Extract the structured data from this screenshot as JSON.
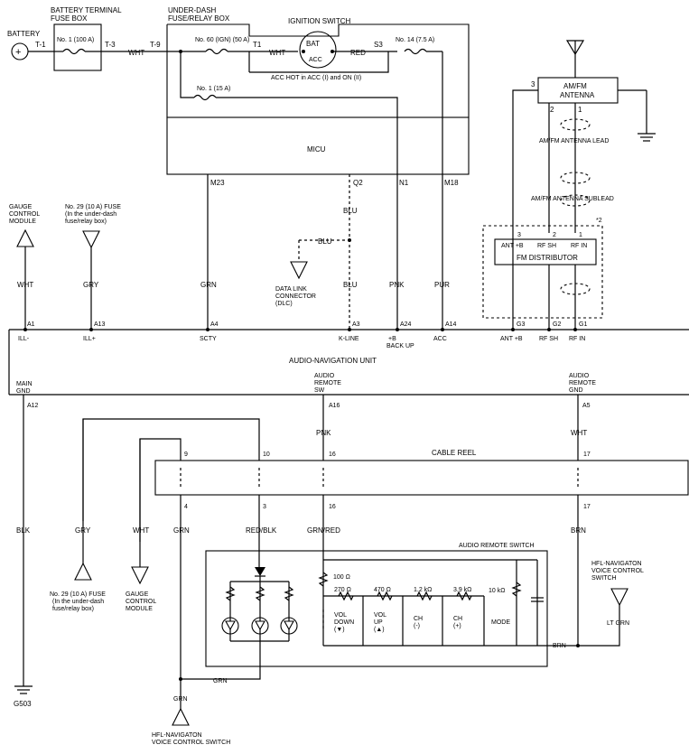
{
  "battery": {
    "label": "BATTERY",
    "pin": "T-1"
  },
  "terminal_box": {
    "title1": "BATTERY TERMINAL",
    "title2": "FUSE BOX",
    "fuse": "No. 1 (100 A)",
    "pin_out": "T-3"
  },
  "underdash_box": {
    "title1": "UNDER-DASH",
    "title2": "FUSE/RELAY BOX",
    "pin_in": "T-9",
    "fuse60": "No. 60 (IGN) (50 A)",
    "pin_t1": "T1",
    "fuse1": "No. 1 (15 A)",
    "fuse14": "No. 14 (7.5 A)",
    "pin_s3": "S3"
  },
  "ignition": {
    "title": "IGNITION SWITCH",
    "bat": "BAT",
    "acc": "ACC",
    "note": "ACC HOT in ACC (I) and ON (II)"
  },
  "micu": {
    "label": "MICU",
    "pins": [
      "M23",
      "Q2",
      "N1",
      "M18"
    ]
  },
  "colors": {
    "wht": "WHT",
    "red": "RED",
    "blu": "BLU",
    "grn": "GRN",
    "pnk": "PNK",
    "pur": "PUR",
    "gry": "GRY",
    "blk": "BLK",
    "red_blk": "RED/BLK",
    "grn_red": "GRN/RED",
    "brn": "BRN",
    "lt_grn": "LT GRN"
  },
  "left_components": {
    "gcm": [
      "GAUGE",
      "CONTROL",
      "MODULE"
    ],
    "fuse29": [
      "No. 29 (10 A) FUSE",
      "(In the under-dash",
      "fuse/relay box)"
    ],
    "dlc": [
      "DATA LINK",
      "CONNECTOR",
      "(DLC)"
    ]
  },
  "antenna": {
    "box": [
      "AM/FM",
      "ANTENNA"
    ],
    "pin3": "3",
    "pin2": "2",
    "pin1": "1",
    "lead": "AM/FM ANTENNA LEAD",
    "sublead": "AM/FM ANTENNA SUBLEAD",
    "note": "*2"
  },
  "fm_distributor": {
    "label": "FM DISTRIBUTOR",
    "pin_labels": [
      "ANT +B",
      "RF SH",
      "RF IN"
    ],
    "pins_top": [
      "3",
      "2",
      "1"
    ]
  },
  "audio_nav_unit": {
    "title": "AUDIO-NAVIGATION UNIT",
    "top_pins": [
      "A1",
      "A13",
      "A4",
      "A3",
      "A24",
      "A14",
      "G3",
      "G2",
      "G1"
    ],
    "top_labels": [
      "ILL-",
      "ILL+",
      "SCTY",
      "K-LINE",
      "+B",
      "BACK UP",
      "ACC",
      "ANT +B",
      "RF SH",
      "RF IN"
    ],
    "main_gnd": [
      "MAIN",
      "GND"
    ],
    "remote_sw": [
      "AUDIO",
      "REMOTE",
      "SW"
    ],
    "remote_gnd": [
      "AUDIO",
      "REMOTE",
      "GND"
    ],
    "bottom_pins": [
      "A12",
      "A16",
      "A5"
    ]
  },
  "cable_reel": {
    "label": "CABLE REEL",
    "top_pins": [
      "9",
      "10",
      "16",
      "17"
    ],
    "bottom_pins": [
      "4",
      "3",
      "16",
      "17"
    ]
  },
  "remote_switch": {
    "title": "AUDIO REMOTE SWITCH",
    "resistors": [
      "100 Ω",
      "270 Ω",
      "470 Ω",
      "1.2 kΩ",
      "3.9 kΩ",
      "10 kΩ"
    ],
    "buttons": [
      [
        "VOL",
        "DOWN",
        "(▼)"
      ],
      [
        "VOL",
        "UP",
        "(▲)"
      ],
      [
        "CH",
        "(-)"
      ],
      [
        "CH",
        "(+)"
      ],
      [
        "MODE"
      ]
    ]
  },
  "ground": {
    "label": "G503"
  },
  "hfl_switch": [
    "HFL-NAVIGATON",
    "VOICE CONTROL",
    "SWITCH"
  ],
  "hfl_switch_bottom": [
    "HFL-NAVIGATON",
    "VOICE CONTROL SWITCH"
  ]
}
